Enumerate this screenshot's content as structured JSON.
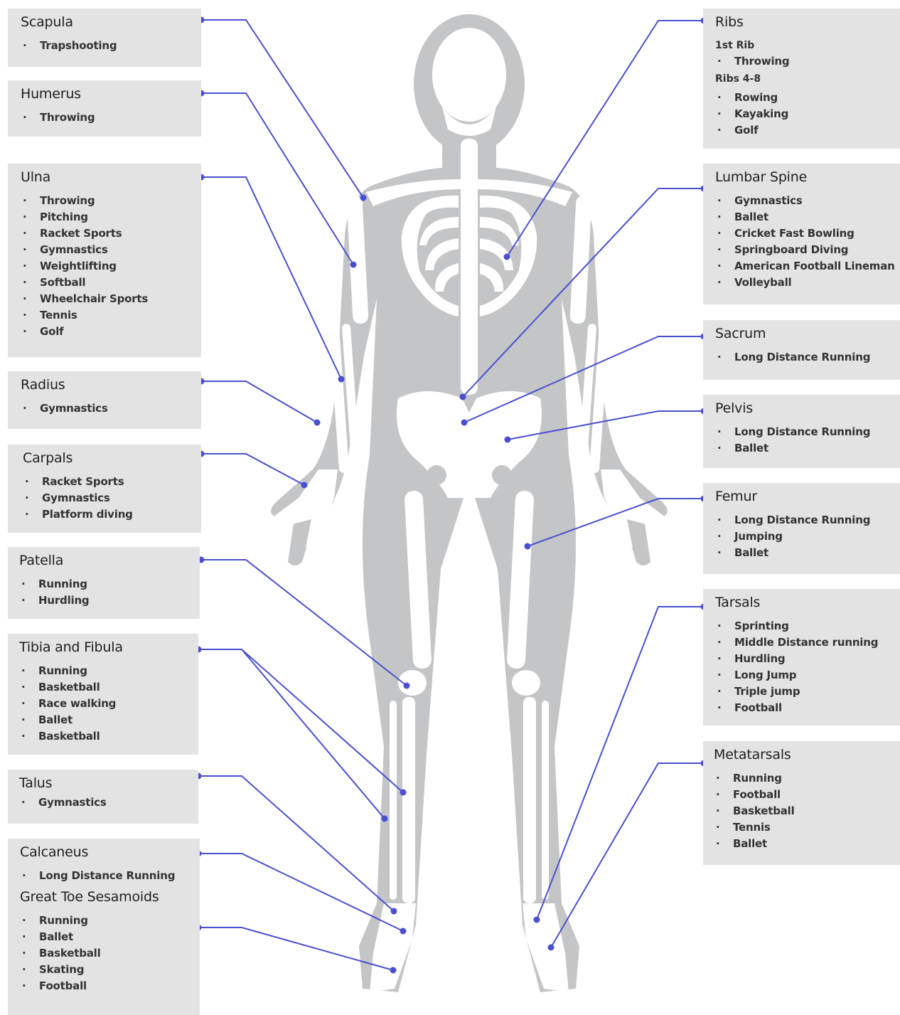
{
  "left": {
    "scapula": {
      "title": "Scapula",
      "items": [
        "Trapshooting"
      ]
    },
    "humerus": {
      "title": "Humerus",
      "items": [
        "Throwing"
      ]
    },
    "ulna": {
      "title": "Ulna",
      "items": [
        "Throwing",
        "Pitching",
        "Racket Sports",
        "Gymnastics",
        "Weightlifting",
        "Softball",
        "Wheelchair Sports",
        "Tennis",
        "Golf"
      ]
    },
    "radius": {
      "title": "Radius",
      "items": [
        "Gymnastics"
      ]
    },
    "carpals": {
      "title": "Carpals",
      "items": [
        "Racket Sports",
        "Gymnastics",
        "Platform diving"
      ]
    },
    "patella": {
      "title": "Patella",
      "items": [
        "Running",
        "Hurdling"
      ]
    },
    "tibia": {
      "title": "Tibia and Fibula",
      "items": [
        "Running",
        "Basketball",
        "Race walking",
        "Ballet",
        "Basketball"
      ]
    },
    "talus": {
      "title": "Talus",
      "items": [
        "Gymnastics"
      ]
    },
    "calcaneus": {
      "title": "Calcaneus",
      "items": [
        "Long Distance Running"
      ]
    },
    "sesamoids": {
      "title": "Great Toe Sesamoids",
      "items": [
        "Running",
        "Ballet",
        "Basketball",
        "Skating",
        "Football"
      ]
    }
  },
  "right": {
    "ribs": {
      "title": "Ribs",
      "first_label": "1st Rib",
      "first_items": [
        "Throwing"
      ],
      "second_label": "Ribs 4-8",
      "second_items": [
        "Rowing",
        "Kayaking",
        "Golf"
      ]
    },
    "lumbar": {
      "title": "Lumbar Spine",
      "items": [
        "Gymnastics",
        "Ballet",
        "Cricket Fast Bowling",
        "Springboard Diving",
        "American Football Lineman",
        "Volleyball"
      ]
    },
    "sacrum": {
      "title": "Sacrum",
      "items": [
        "Long Distance Running"
      ]
    },
    "pelvis": {
      "title": "Pelvis",
      "items": [
        "Long Distance Running",
        "Ballet"
      ]
    },
    "femur": {
      "title": "Femur",
      "items": [
        "Long Distance Running",
        "Jumping",
        "Ballet"
      ]
    },
    "tarsals": {
      "title": "Tarsals",
      "items": [
        "Sprinting",
        "Middle Distance running",
        "Hurdling",
        "Long Jump",
        "Triple jump",
        "Football"
      ]
    },
    "metatarsals": {
      "title": "Metatarsals",
      "items": [
        "Running",
        "Football",
        "Basketball",
        "Tennis",
        "Ballet"
      ]
    }
  },
  "colors": {
    "leader": "#4a4fd0",
    "panel": "#e3e3e3",
    "silhouette": "#c4c5c7",
    "bone": "#ffffff"
  }
}
